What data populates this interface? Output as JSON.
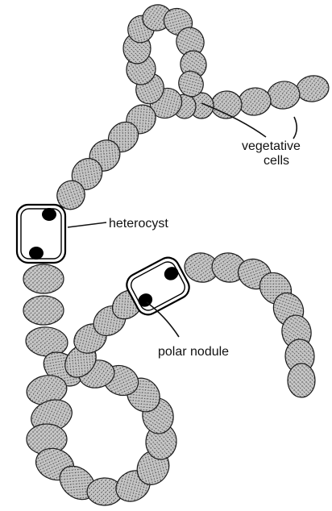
{
  "labels": {
    "vegetative_line1": "vegetative",
    "vegetative_line2": "cells",
    "heterocyst": "heterocyst",
    "polar_nodule": "polar nodule"
  },
  "colors": {
    "cell_fill": "#bdbdbd",
    "cell_outline": "#1a1a1a",
    "stipple_dark": "#2b2b2b",
    "heterocyst_wall": "#000000",
    "heterocyst_fill": "#ffffff",
    "nodule": "#000000",
    "label_text": "#111111"
  }
}
